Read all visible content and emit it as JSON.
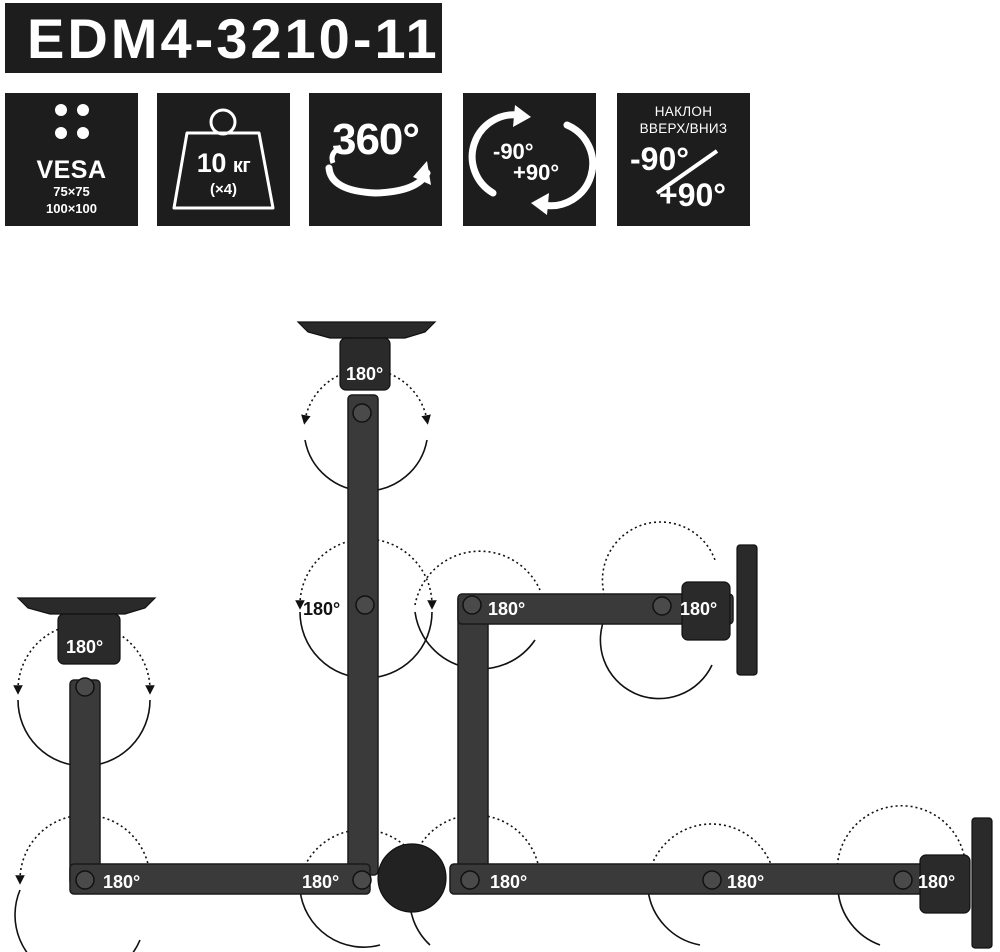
{
  "model": "EDM4-3210-11",
  "specs": {
    "vesa": {
      "title": "VESA",
      "size1": "75×75",
      "size2": "100×100"
    },
    "weight": {
      "value": "10",
      "unit": "кг",
      "count": "(×4)"
    },
    "rotation": {
      "value": "360°"
    },
    "swivel": {
      "minus": "-90°",
      "plus": "+90°"
    },
    "tilt": {
      "line1": "НАКЛОН",
      "line2": "ВВЕРХ/ВНИЗ",
      "minus": "-90°",
      "plus": "+90°"
    }
  },
  "joint_labels": {
    "top_mount": "180°",
    "top_mid": "180°",
    "right_upper_elbow": "180°",
    "right_upper_head": "180°",
    "left_mount": "180°",
    "left_bottom": "180°",
    "center_bottom": "180°",
    "center_right_bottom": "180°",
    "right_bottom_mid": "180°",
    "right_bottom_head": "180°"
  },
  "colors": {
    "panel": "#1d1d1d",
    "arm": "#3a3a3a",
    "text": "#ffffff"
  }
}
